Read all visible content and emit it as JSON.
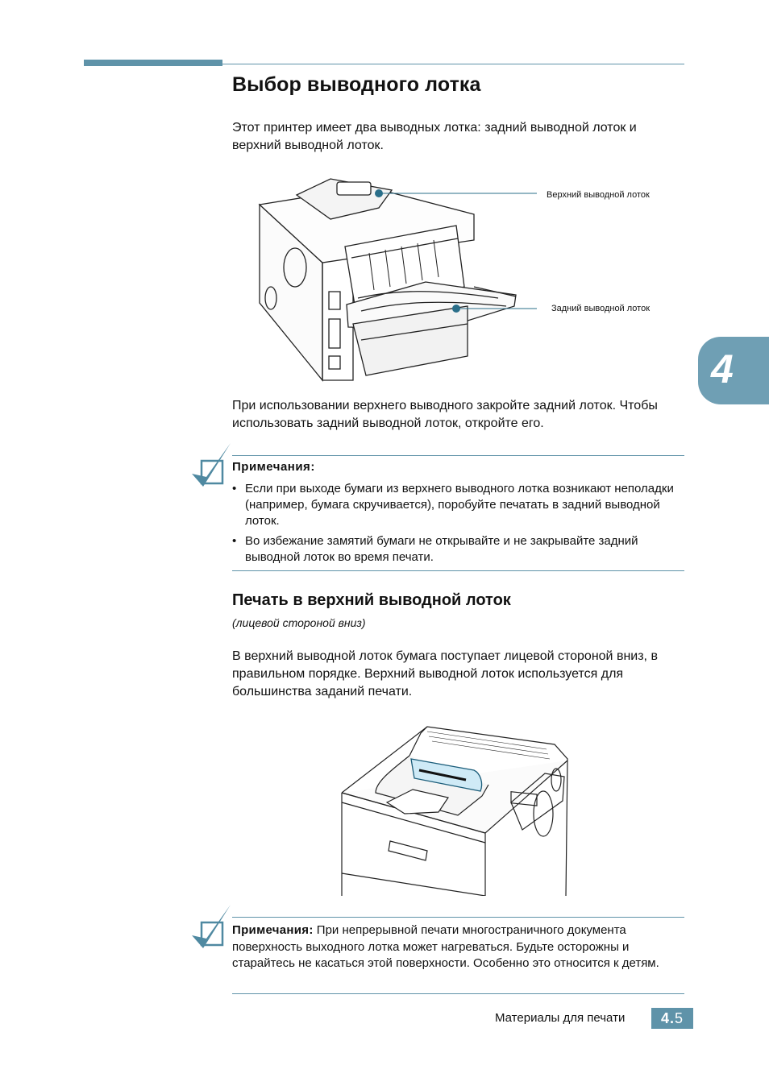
{
  "title": "Выбор выводного лотка",
  "intro": "Этот принтер имеет два выводных лотка: задний выводной лоток и верхний выводной лоток.",
  "figure1": {
    "label_top": "Верхний выводной лоток",
    "label_back": "Задний выводной лоток"
  },
  "usage_text": "При использовании верхнего выводного закройте задний лоток. Чтобы использовать задний выводной лоток, откройте его.",
  "chapter_tab": "4",
  "note1": {
    "title": "Примечания:",
    "items": [
      "Если при выходе бумаги из верхнего выводного лотка возникают неполадки (например, бумага скручивается), поробуйте печатать в задний выводной лоток.",
      "Во избежание замятий бумаги не открывайте и не закрывайте задний выводной лоток во время печати."
    ]
  },
  "section2": {
    "title": "Печать в верхний выводной лоток",
    "subtitle": "(лицевой стороной вниз)",
    "text": "В верхний выводной лоток бумага поступает лицевой стороной вниз, в правильном порядке. Верхний выводной лоток используется для большинства заданий печати."
  },
  "note2": {
    "label": "Примечания:",
    "text": " При непрерывной печати многостраничного документа поверхность выходного лотка может нагреваться. Будьте осторожны и старайтесь не касаться этой поверхности. Особенно это относится к детям."
  },
  "footer": {
    "section_name": "Материалы для печати",
    "page_major": "4.",
    "page_minor": "5"
  },
  "colors": {
    "accent": "#5f93a9",
    "tab": "#6f9fb4"
  }
}
